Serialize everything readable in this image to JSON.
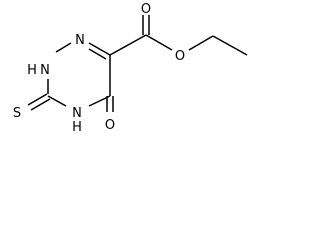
{
  "molecule": {
    "atoms": {
      "n1": "N",
      "n2": "N",
      "h2": "H",
      "n4": "N",
      "h4": "H",
      "s": "S",
      "o_ring": "O",
      "o_carbonyl": "O",
      "o_ester": "O"
    }
  }
}
